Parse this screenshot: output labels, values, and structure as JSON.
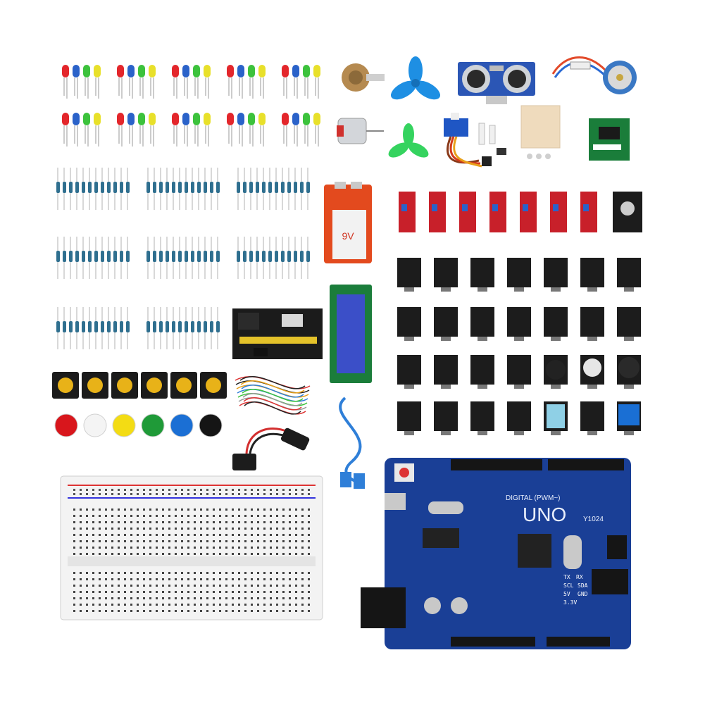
{
  "board": {
    "model": "UNO",
    "digital_label": "DIGITAL (PWM~)",
    "version": "Y1024",
    "header_labels": [
      "TX",
      "RX",
      "SCL",
      "SDA",
      "5V",
      "GND",
      "3.3V"
    ]
  },
  "battery": {
    "brand_text": "9V"
  },
  "colors": {
    "led_red": "#e3262b",
    "led_blue": "#2a62c9",
    "led_green": "#3cc23c",
    "led_yellow": "#e8e02a",
    "resistor_body": "#2f6f8f",
    "module_red": "#c8202a",
    "module_black": "#1c1c1c",
    "uno_blue": "#1a3f96",
    "button_yellow": "#e8b218",
    "cap_red": "#d8161c",
    "cap_white": "#f4f4f4",
    "cap_yellow": "#f3dc14",
    "cap_green": "#1f9a38",
    "cap_blue": "#1b6fd4",
    "cap_black": "#151515",
    "lcd_blue": "#3b4fc8",
    "breadboard": "#f3f3f3"
  }
}
